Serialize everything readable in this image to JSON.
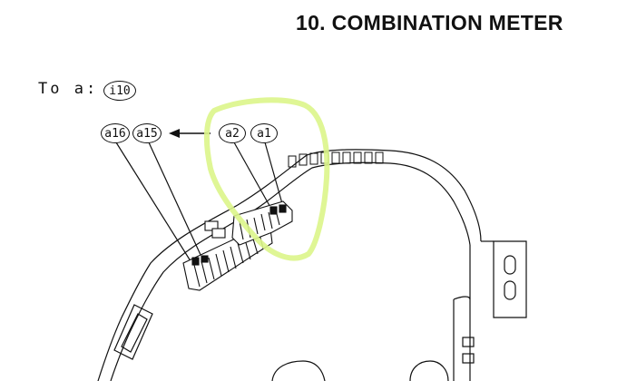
{
  "title": "10.  COMBINATION METER",
  "to_label": "To a:",
  "connectors": {
    "i10": "i10",
    "a16": "a16",
    "a15": "a15",
    "a2": "a2",
    "a1": "a1"
  },
  "colors": {
    "line": "#111111",
    "highlight": "#dcf58a",
    "background": "#ffffff"
  },
  "icons": [
    "arrow-left-icon"
  ]
}
